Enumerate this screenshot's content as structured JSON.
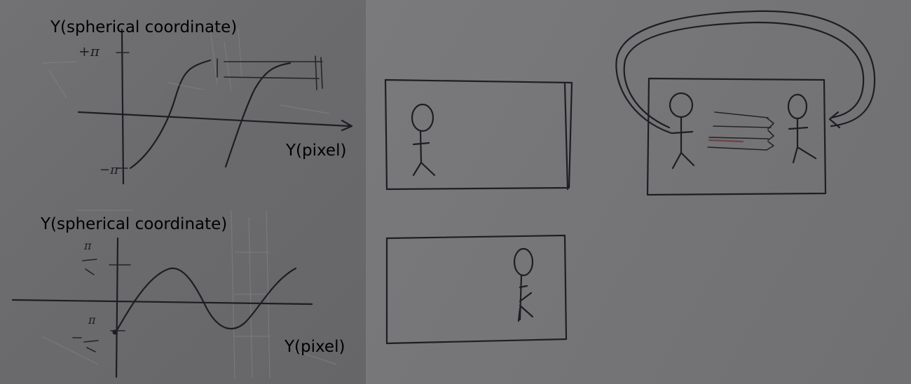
{
  "labels": {
    "top_graph_y_axis": "Y(spherical coordinate)",
    "top_graph_x_axis": "Y(pixel)",
    "bottom_graph_y_axis": "Y(spherical coordinate)",
    "bottom_graph_x_axis": "Y(pixel)"
  },
  "colors": {
    "ink": "#1e1e22",
    "paper": "#757577",
    "label_text": "#000000"
  }
}
